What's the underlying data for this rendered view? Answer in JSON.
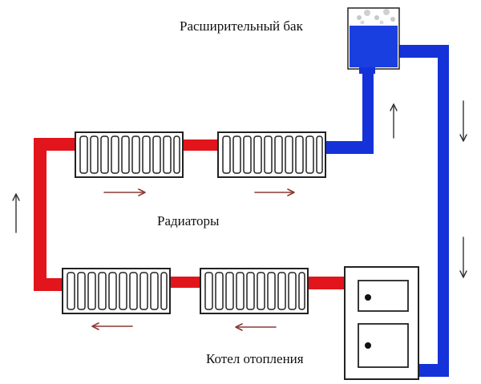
{
  "labels": {
    "expansion_tank": "Расширительный бак",
    "radiators": "Радиаторы",
    "boiler": "Котел отопления"
  },
  "colors": {
    "hot_pipe": "#e2151c",
    "cold_pipe": "#1432d8",
    "tank_water": "#1a3fe0",
    "arrow": "#8a3a34",
    "arrow_vertical": "#333333",
    "radiator_outline": "#222222"
  },
  "components": [
    "expansion-tank",
    "radiator",
    "radiator",
    "radiator",
    "radiator",
    "heating-boiler"
  ]
}
